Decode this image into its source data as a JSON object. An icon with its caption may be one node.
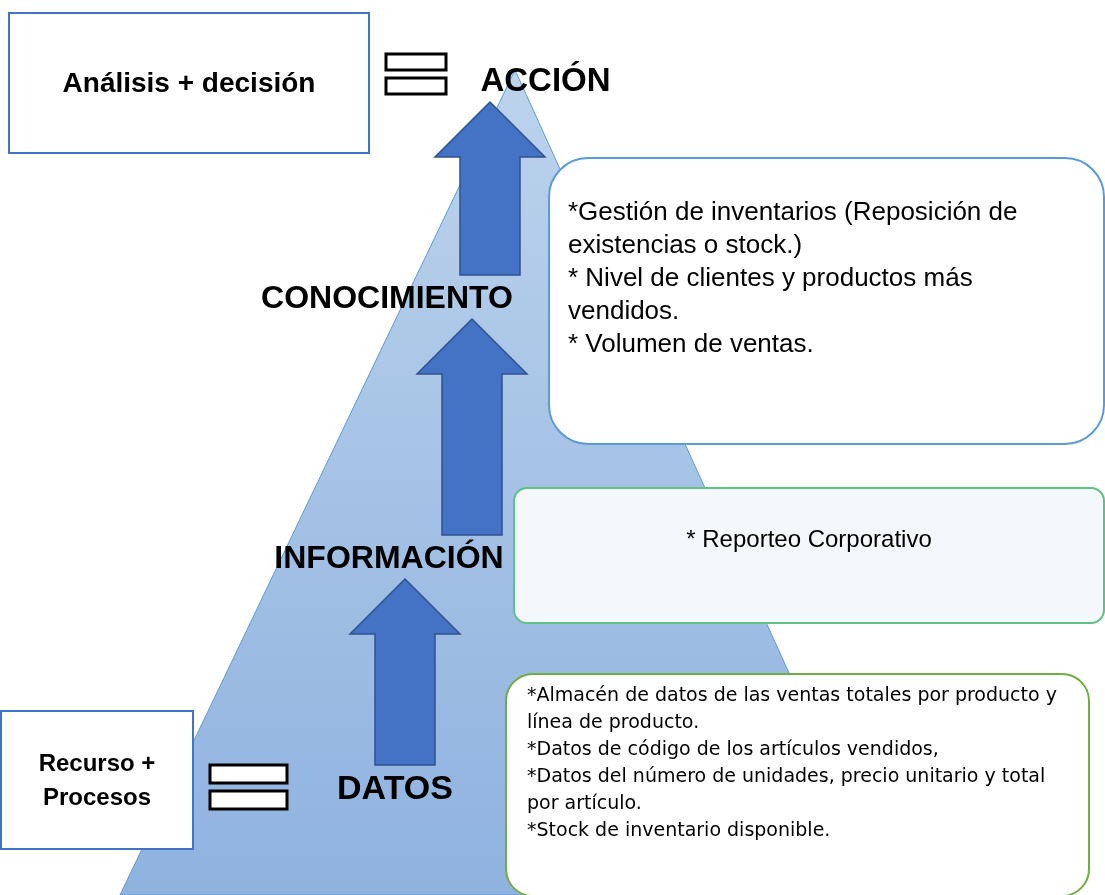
{
  "diagram": {
    "nodes": [
      {
        "text": [
          "Análisis + decisión"
        ]
      },
      {
        "text": [
          "ACCIÓN"
        ]
      },
      {
        "text": [
          "CONOCIMIENTO"
        ]
      },
      {
        "text": [
          "*Gestión de inventarios (Reposición de existencias o stock.)",
          "* Nivel de clientes y productos más vendidos.",
          "* Volumen de ventas."
        ]
      },
      {
        "text": [
          "INFORMACIÓN"
        ]
      },
      {
        "text": [
          "* Reporteo Corporativo"
        ]
      },
      {
        "text": [
          "Recurso + Procesos"
        ]
      },
      {
        "text": [
          "DATOS"
        ]
      },
      {
        "text": [
          "*Almacén de datos de las ventas totales por producto y línea de producto.",
          "*Datos de código de los artículos vendidos,",
          "*Datos del número de unidades, precio unitario y total por artículo.",
          "*Stock de inventario disponible."
        ]
      }
    ],
    "edges": [
      {
        "from": 7,
        "to": 4,
        "arrow": "to",
        "style": "thick"
      },
      {
        "from": 4,
        "to": 2,
        "arrow": "to",
        "style": "thick"
      },
      {
        "from": 2,
        "to": 1,
        "arrow": "to",
        "style": "thick"
      }
    ]
  }
}
